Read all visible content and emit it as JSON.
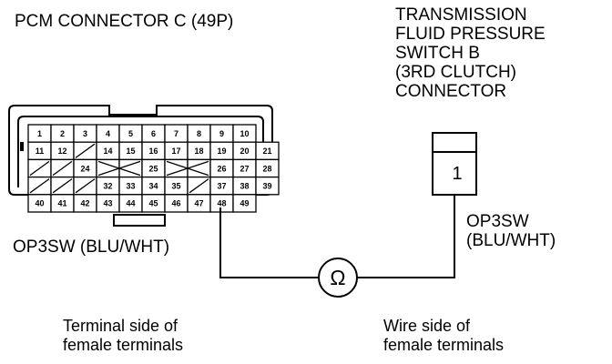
{
  "pcm_connector": {
    "title": "PCM CONNECTOR C (49P)",
    "view_label": [
      "Terminal side of",
      "female terminals"
    ],
    "wire_label": "OP3SW (BLU/WHT)",
    "terminals": [
      {
        "row": 0,
        "col": 0,
        "num": "1"
      },
      {
        "row": 0,
        "col": 1,
        "num": "2"
      },
      {
        "row": 0,
        "col": 2,
        "num": "3"
      },
      {
        "row": 0,
        "col": 3,
        "num": "4"
      },
      {
        "row": 0,
        "col": 4,
        "num": "5"
      },
      {
        "row": 0,
        "col": 5,
        "num": "6"
      },
      {
        "row": 0,
        "col": 6,
        "num": "7"
      },
      {
        "row": 0,
        "col": 7,
        "num": "8"
      },
      {
        "row": 0,
        "col": 8,
        "num": "9"
      },
      {
        "row": 0,
        "col": 9,
        "num": "10"
      },
      {
        "row": 1,
        "col": 0,
        "num": "11"
      },
      {
        "row": 1,
        "col": 1,
        "num": "12"
      },
      {
        "row": 1,
        "col": 2,
        "num": ""
      },
      {
        "row": 1,
        "col": 3,
        "num": "14"
      },
      {
        "row": 1,
        "col": 4,
        "num": "15"
      },
      {
        "row": 1,
        "col": 5,
        "num": "16"
      },
      {
        "row": 1,
        "col": 6,
        "num": "17"
      },
      {
        "row": 1,
        "col": 7,
        "num": "18"
      },
      {
        "row": 1,
        "col": 8,
        "num": "19"
      },
      {
        "row": 1,
        "col": 9,
        "num": "20"
      },
      {
        "row": 1,
        "col": 10,
        "num": "21"
      },
      {
        "row": 2,
        "col": 0,
        "num": ""
      },
      {
        "row": 2,
        "col": 1,
        "num": ""
      },
      {
        "row": 2,
        "col": 2,
        "num": "24"
      },
      {
        "row": 2,
        "col": 3,
        "num": ""
      },
      {
        "row": 2,
        "col": 4,
        "num": ""
      },
      {
        "row": 2,
        "col": 5,
        "num": "25"
      },
      {
        "row": 2,
        "col": 6,
        "num": ""
      },
      {
        "row": 2,
        "col": 7,
        "num": ""
      },
      {
        "row": 2,
        "col": 8,
        "num": "26"
      },
      {
        "row": 2,
        "col": 9,
        "num": "27"
      },
      {
        "row": 2,
        "col": 10,
        "num": "28"
      },
      {
        "row": 3,
        "col": 0,
        "num": ""
      },
      {
        "row": 3,
        "col": 1,
        "num": ""
      },
      {
        "row": 3,
        "col": 2,
        "num": ""
      },
      {
        "row": 3,
        "col": 3,
        "num": "32"
      },
      {
        "row": 3,
        "col": 4,
        "num": "33"
      },
      {
        "row": 3,
        "col": 5,
        "num": "34"
      },
      {
        "row": 3,
        "col": 6,
        "num": "35"
      },
      {
        "row": 3,
        "col": 7,
        "num": ""
      },
      {
        "row": 3,
        "col": 8,
        "num": "37"
      },
      {
        "row": 3,
        "col": 9,
        "num": "38"
      },
      {
        "row": 3,
        "col": 10,
        "num": "39"
      },
      {
        "row": 4,
        "col": 0,
        "num": "40"
      },
      {
        "row": 4,
        "col": 1,
        "num": "41"
      },
      {
        "row": 4,
        "col": 2,
        "num": "42"
      },
      {
        "row": 4,
        "col": 3,
        "num": "43"
      },
      {
        "row": 4,
        "col": 4,
        "num": "44"
      },
      {
        "row": 4,
        "col": 5,
        "num": "45"
      },
      {
        "row": 4,
        "col": 6,
        "num": "46"
      },
      {
        "row": 4,
        "col": 7,
        "num": "47"
      },
      {
        "row": 4,
        "col": 8,
        "num": "48"
      },
      {
        "row": 4,
        "col": 9,
        "num": "49"
      }
    ]
  },
  "switch_connector": {
    "title": [
      "TRANSMISSION",
      "FLUID PRESSURE",
      "SWITCH B",
      "(3RD CLUTCH)",
      "CONNECTOR"
    ],
    "view_label": [
      "Wire side of",
      "female terminals"
    ],
    "terminal": "1",
    "wire_label": [
      "OP3SW",
      "(BLU/WHT)"
    ]
  },
  "meter": {
    "symbol": "Ω",
    "icon": "ohmmeter-icon"
  }
}
